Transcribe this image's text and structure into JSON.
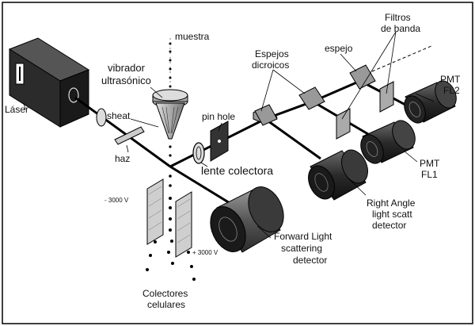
{
  "labels": {
    "laser": "Láser",
    "sample": "muestra",
    "vibrator_1": "vibrador",
    "vibrator_2": "ultrasónico",
    "sheath": "sheat",
    "beam": "haz",
    "pinhole": "pin hole",
    "collector_lens": "lente colectora",
    "dichroic_1": "Espejos",
    "dichroic_2": "dicroicos",
    "mirror": "espejo",
    "band_filters_1": "Filtros",
    "band_filters_2": "de banda",
    "pmt_fl2_1": "PMT",
    "pmt_fl2_2": "FL2",
    "pmt_fl1_1": "PMT",
    "pmt_fl1_2": "FL1",
    "right_angle_1": "Right Angle",
    "right_angle_2": "light scatt",
    "right_angle_3": "detector",
    "forward_1": "Forward Light",
    "forward_2": "scattering",
    "forward_3": "detector",
    "neg_voltage": "- 3000 V",
    "pos_voltage": "+ 3000 V",
    "collectors_1": "Colectores",
    "collectors_2": "celulares"
  }
}
